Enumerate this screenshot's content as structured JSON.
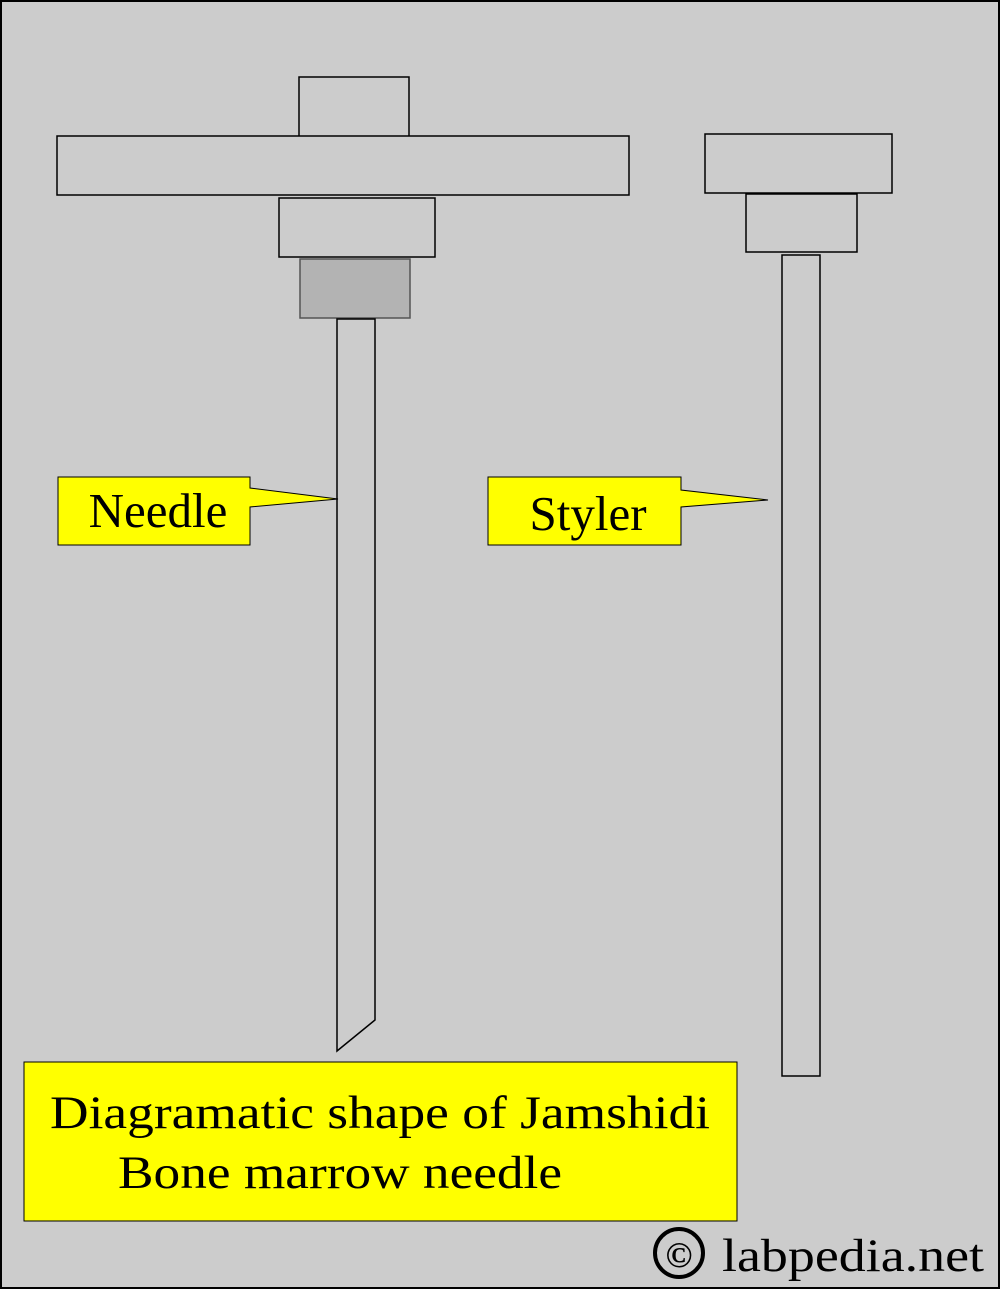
{
  "colors": {
    "background": "#cccccc",
    "outline": "#000000",
    "part_fill": "#cccccc",
    "hub_fill": "#b3b3b3",
    "callout_fill": "#ffff00"
  },
  "labels": {
    "needle": "Needle",
    "styler": "Styler"
  },
  "caption": {
    "line1": "Diagramatic shape of Jamshidi",
    "line2": "Bone marrow needle"
  },
  "watermark": {
    "symbol": "©",
    "text": "labpedia.net"
  }
}
